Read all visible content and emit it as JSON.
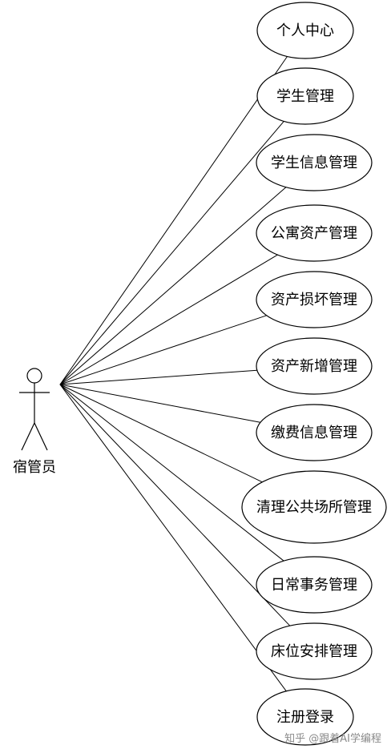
{
  "actor": {
    "label": "宿管员"
  },
  "use_cases": [
    {
      "id": "uc-personal-center",
      "label": "个人中心"
    },
    {
      "id": "uc-student-management",
      "label": "学生管理"
    },
    {
      "id": "uc-student-info-management",
      "label": "学生信息管理"
    },
    {
      "id": "uc-apartment-asset-management",
      "label": "公寓资产管理"
    },
    {
      "id": "uc-asset-damage-management",
      "label": "资产损坏管理"
    },
    {
      "id": "uc-asset-addition-management",
      "label": "资产新增管理"
    },
    {
      "id": "uc-payment-info-management",
      "label": "缴费信息管理"
    },
    {
      "id": "uc-public-area-cleaning-management",
      "label": "清理公共场所管理"
    },
    {
      "id": "uc-daily-affairs-management",
      "label": "日常事务管理"
    },
    {
      "id": "uc-bed-assignment-management",
      "label": "床位安排管理"
    },
    {
      "id": "uc-register-login",
      "label": "注册登录"
    }
  ],
  "watermark": "知乎 @跟着AI学编程",
  "colors": {
    "stroke": "#000000",
    "background": "#ffffff",
    "watermark": "#8a8a8a"
  }
}
